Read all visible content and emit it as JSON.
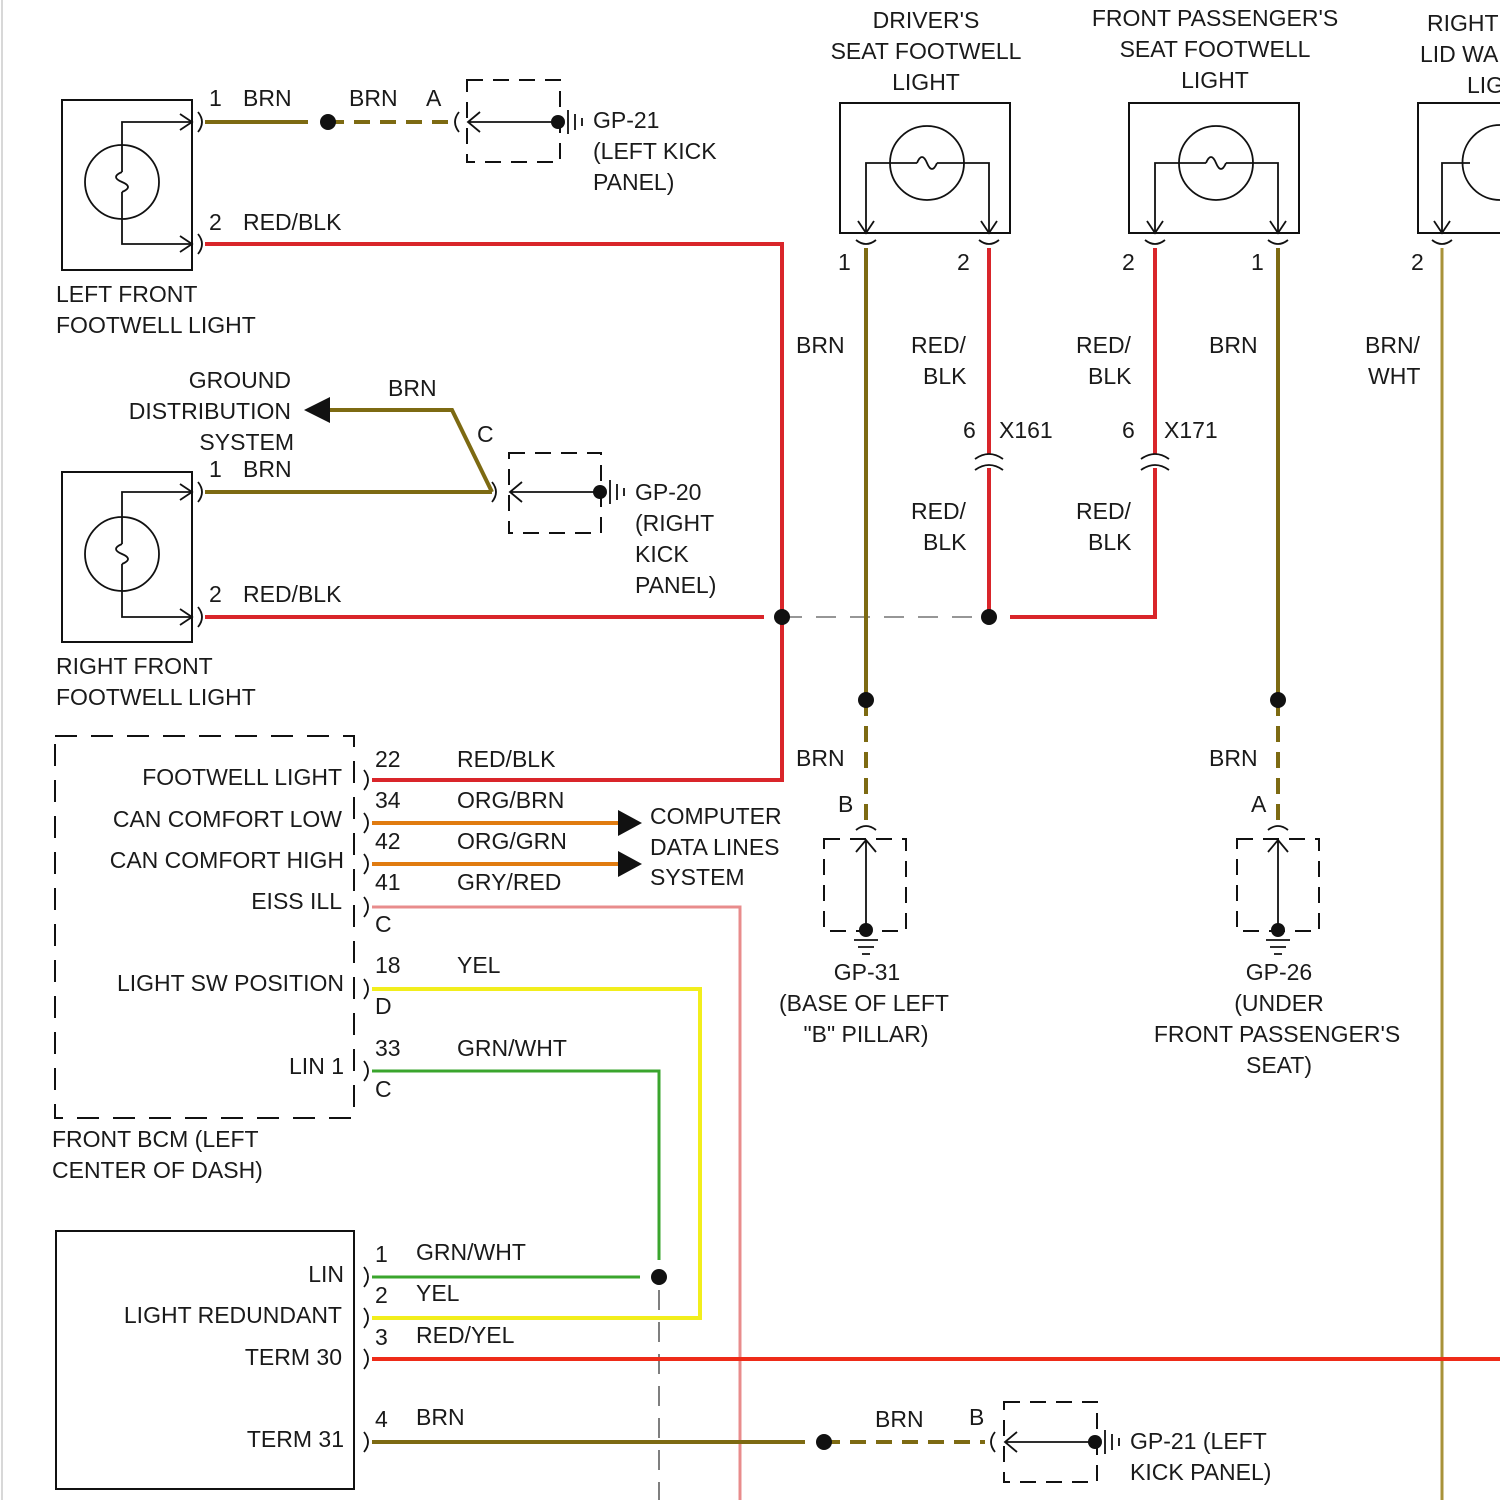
{
  "colors": {
    "brn": "#7d6a12",
    "red_blk": "#d9252a",
    "org": "#e07b10",
    "yel": "#f2ee1c",
    "grn": "#3aa52d",
    "red_yel": "#ee2b18",
    "gry_red": "#e88c8c",
    "brn_wht": "#a89239",
    "ink": "#111111"
  },
  "components": {
    "left_front_footwell": {
      "label_line1": "LEFT FRONT",
      "label_line2": "FOOTWELL LIGHT",
      "pin1": "1",
      "pin2": "2"
    },
    "right_front_footwell": {
      "label_line1": "RIGHT FRONT",
      "label_line2": "FOOTWELL LIGHT",
      "pin1": "1",
      "pin2": "2"
    },
    "drivers_seat_footwell": {
      "label_line1": "DRIVER'S",
      "label_line2": "SEAT FOOTWELL",
      "label_line3": "LIGHT",
      "pin_left": "1",
      "pin_right": "2"
    },
    "front_pass_seat_footwell": {
      "label_line1": "FRONT PASSENGER'S",
      "label_line2": "SEAT FOOTWELL",
      "label_line3": "LIGHT",
      "pin_left": "2",
      "pin_right": "1"
    },
    "right_lid": {
      "label_line1": "RIGHT",
      "label_line2": "LID WA",
      "label_line3": "LIG",
      "pin": "2"
    },
    "front_bcm": {
      "label_line1": "FRONT BCM (LEFT",
      "label_line2": "CENTER OF DASH)",
      "terminals": [
        {
          "name": "FOOTWELL LIGHT",
          "pin": "22",
          "wire": "RED/BLK"
        },
        {
          "name": "CAN COMFORT LOW",
          "pin": "34",
          "wire": "ORG/BRN"
        },
        {
          "name": "CAN COMFORT HIGH",
          "pin": "42",
          "wire": "ORG/GRN"
        },
        {
          "name": "EISS ILL",
          "pin": "41",
          "wire": "GRY/RED",
          "connector": "C"
        },
        {
          "name": "LIGHT SW POSITION",
          "pin": "18",
          "wire": "YEL",
          "connector": "D"
        },
        {
          "name": "LIN 1",
          "pin": "33",
          "wire": "GRN/WHT",
          "connector": "C"
        }
      ]
    },
    "light_module": {
      "terminals": [
        {
          "name": "LIN",
          "pin": "1",
          "wire": "GRN/WHT"
        },
        {
          "name": "LIGHT REDUNDANT",
          "pin": "2",
          "wire": "YEL"
        },
        {
          "name": "TERM 30",
          "pin": "3",
          "wire": "RED/YEL"
        },
        {
          "name": "TERM 31",
          "pin": "4",
          "wire": "BRN"
        }
      ]
    }
  },
  "grounds": {
    "gp21_top": {
      "name": "GP-21",
      "loc_line1": "(LEFT KICK",
      "loc_line2": "PANEL)",
      "connector": "A"
    },
    "gp20": {
      "name": "GP-20",
      "loc_line1": "(RIGHT",
      "loc_line2": "KICK",
      "loc_line3": "PANEL)",
      "connector": "C"
    },
    "gp31": {
      "name": "GP-31",
      "loc_line1": "(BASE OF LEFT",
      "loc_line2": "\"B\" PILLAR)",
      "connector": "B"
    },
    "gp26": {
      "name": "GP-26",
      "loc_line1": "(UNDER",
      "loc_line2": "FRONT PASSENGER'S",
      "loc_line3": "SEAT)",
      "connector": "A"
    },
    "gp21_bottom": {
      "name": "GP-21 (LEFT",
      "loc_line1": "KICK PANEL)",
      "connector": "B"
    }
  },
  "ground_distribution": {
    "line1": "GROUND",
    "line2": "DISTRIBUTION",
    "line3": "SYSTEM"
  },
  "computer_data_lines": {
    "line1": "COMPUTER",
    "line2": "DATA LINES",
    "line3": "SYSTEM"
  },
  "connectors": {
    "x161": {
      "name": "X161",
      "pin": "6"
    },
    "x171": {
      "name": "X171",
      "pin": "6"
    }
  },
  "wire_labels": {
    "brn": "BRN",
    "red_blk": "RED/BLK",
    "red_split_1": "RED/",
    "red_split_2": "BLK",
    "brn_wht_1": "BRN/",
    "brn_wht_2": "WHT",
    "grn_wht": "GRN/WHT",
    "yel": "YEL",
    "red_yel": "RED/YEL"
  }
}
